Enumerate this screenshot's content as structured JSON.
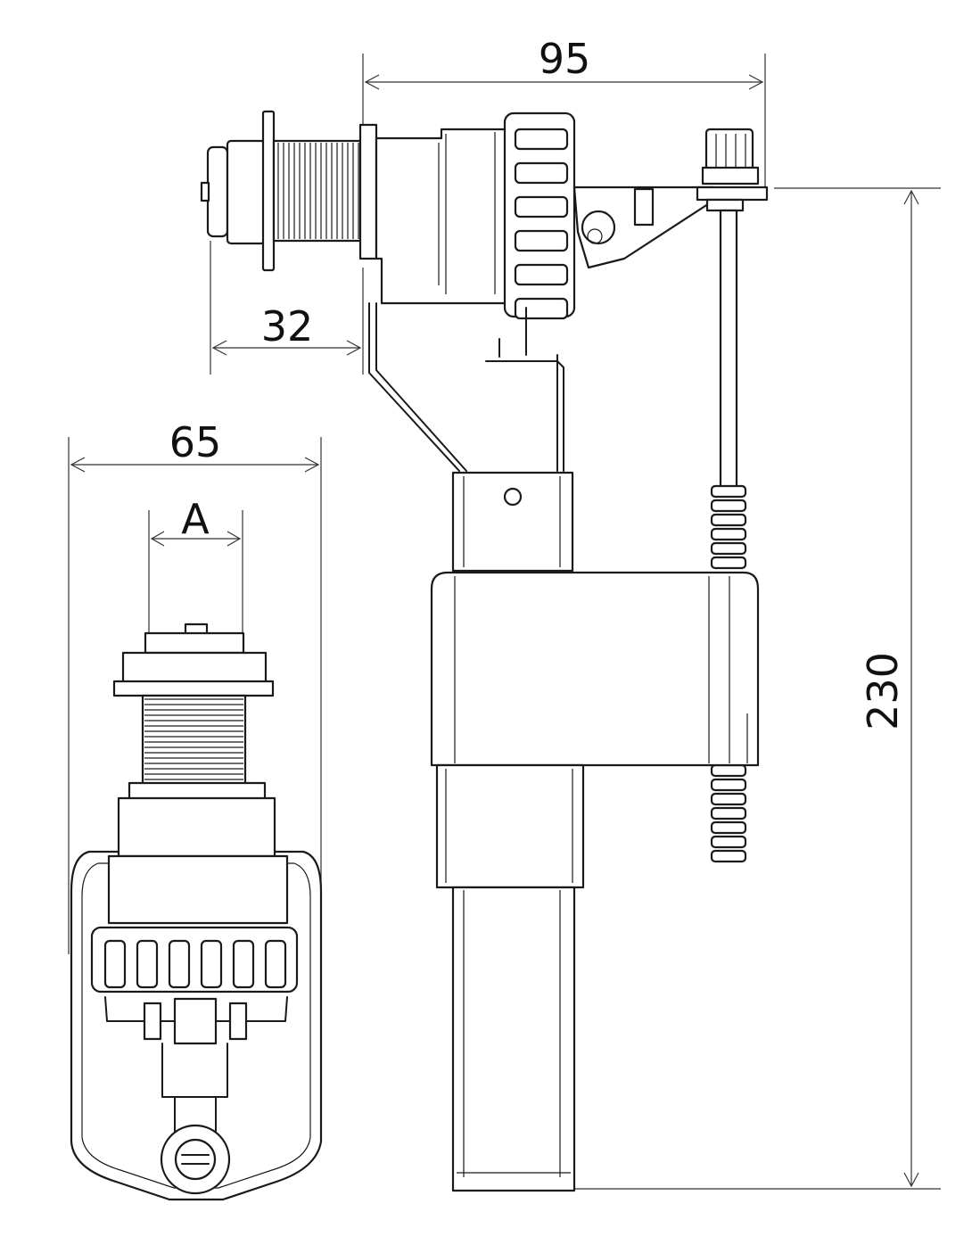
{
  "dimensions": {
    "top_width": "95",
    "thread_length": "32",
    "side_width": "65",
    "thread_diameter": "A",
    "total_height": "230"
  }
}
